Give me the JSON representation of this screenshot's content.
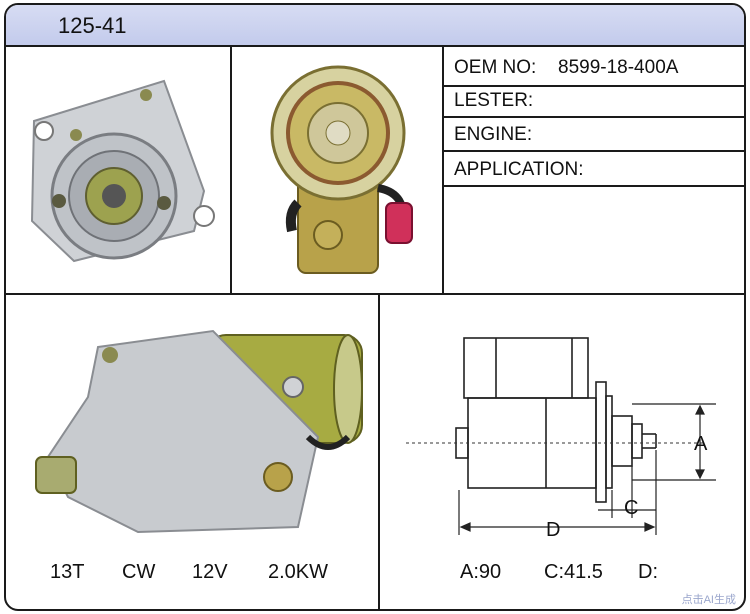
{
  "header": {
    "title": "125-41"
  },
  "specs": {
    "oem_label": "OEM NO:",
    "oem_value": "8599-18-400A",
    "lester_label": "LESTER:",
    "engine_label": "ENGINE:",
    "application_label": "APPLICATION:"
  },
  "ratings": {
    "teeth": "13T",
    "rotation": "CW",
    "voltage": "12V",
    "power": "2.0KW"
  },
  "dimensions": {
    "a": "A:90",
    "c": "C:41.5",
    "d": "D:"
  },
  "diagram": {
    "label_a": "A",
    "label_c": "C",
    "label_d": "D"
  },
  "watermark": "点击AI生成",
  "colors": {
    "header_bg": "#c8cfee",
    "border": "#1a1a1a",
    "silver": "#c9ccd0",
    "brass": "#b8a24a",
    "red_plug": "#d0305a"
  }
}
